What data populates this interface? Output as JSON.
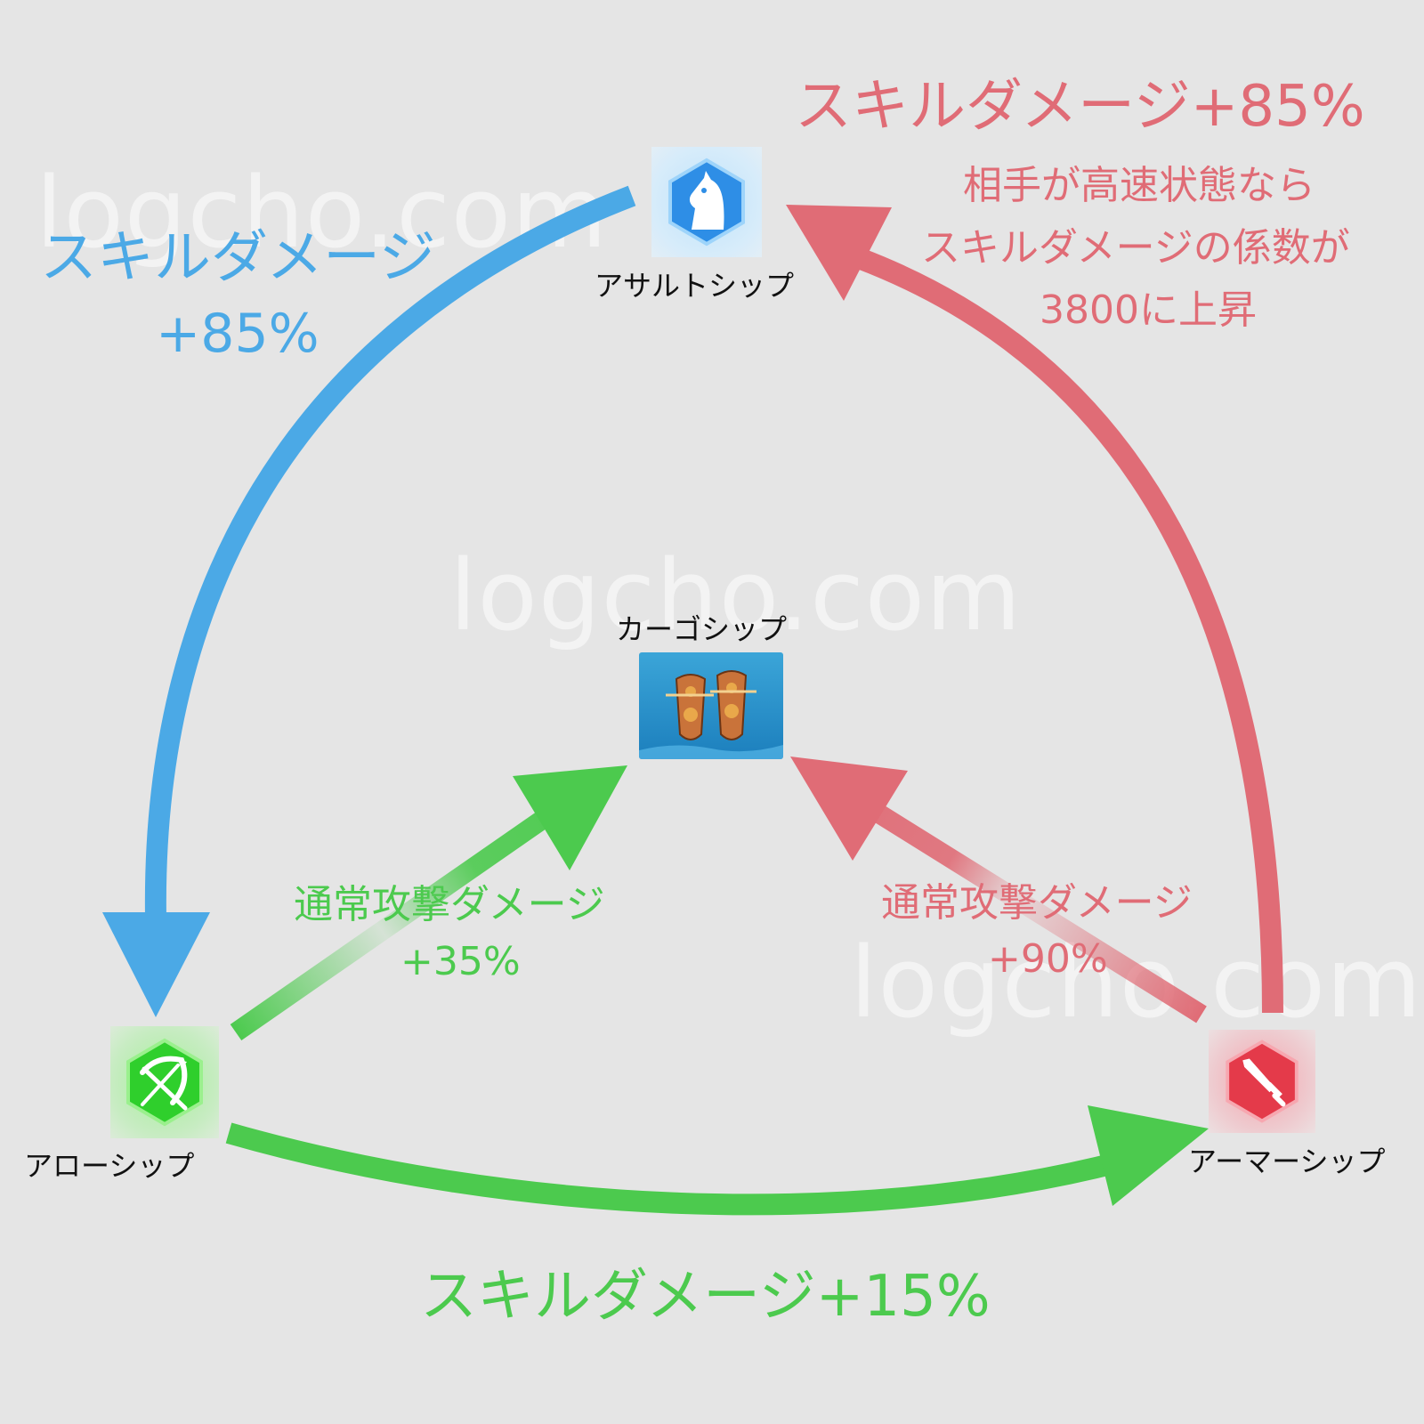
{
  "watermark": "logcho.com",
  "colors": {
    "blue": "#4ba9e6",
    "red": "#e06c76",
    "green": "#4cca4e",
    "background": "#e5e5e5"
  },
  "ships": {
    "assault": {
      "label": "アサルトシップ",
      "icon": "horse-knight-icon"
    },
    "cargo": {
      "label": "カーゴシップ",
      "icon": "cargo-ships-image"
    },
    "arrow": {
      "label": "アローシップ",
      "icon": "bow-arrow-icon"
    },
    "armor": {
      "label": "アーマーシップ",
      "icon": "sword-icon"
    }
  },
  "relations": {
    "red_top": {
      "title": "スキルダメージ+85%",
      "desc1": "相手が高速状態なら",
      "desc2": "スキルダメージの係数が",
      "desc3": "3800に上昇"
    },
    "blue_left": {
      "line1": "スキルダメージ",
      "line2": "+85%"
    },
    "green_mid": {
      "line1": "通常攻撃ダメージ",
      "line2": "+35%"
    },
    "red_mid": {
      "line1": "通常攻撃ダメージ",
      "line2": "+90%"
    },
    "green_bottom": {
      "title": "スキルダメージ+15%"
    }
  }
}
